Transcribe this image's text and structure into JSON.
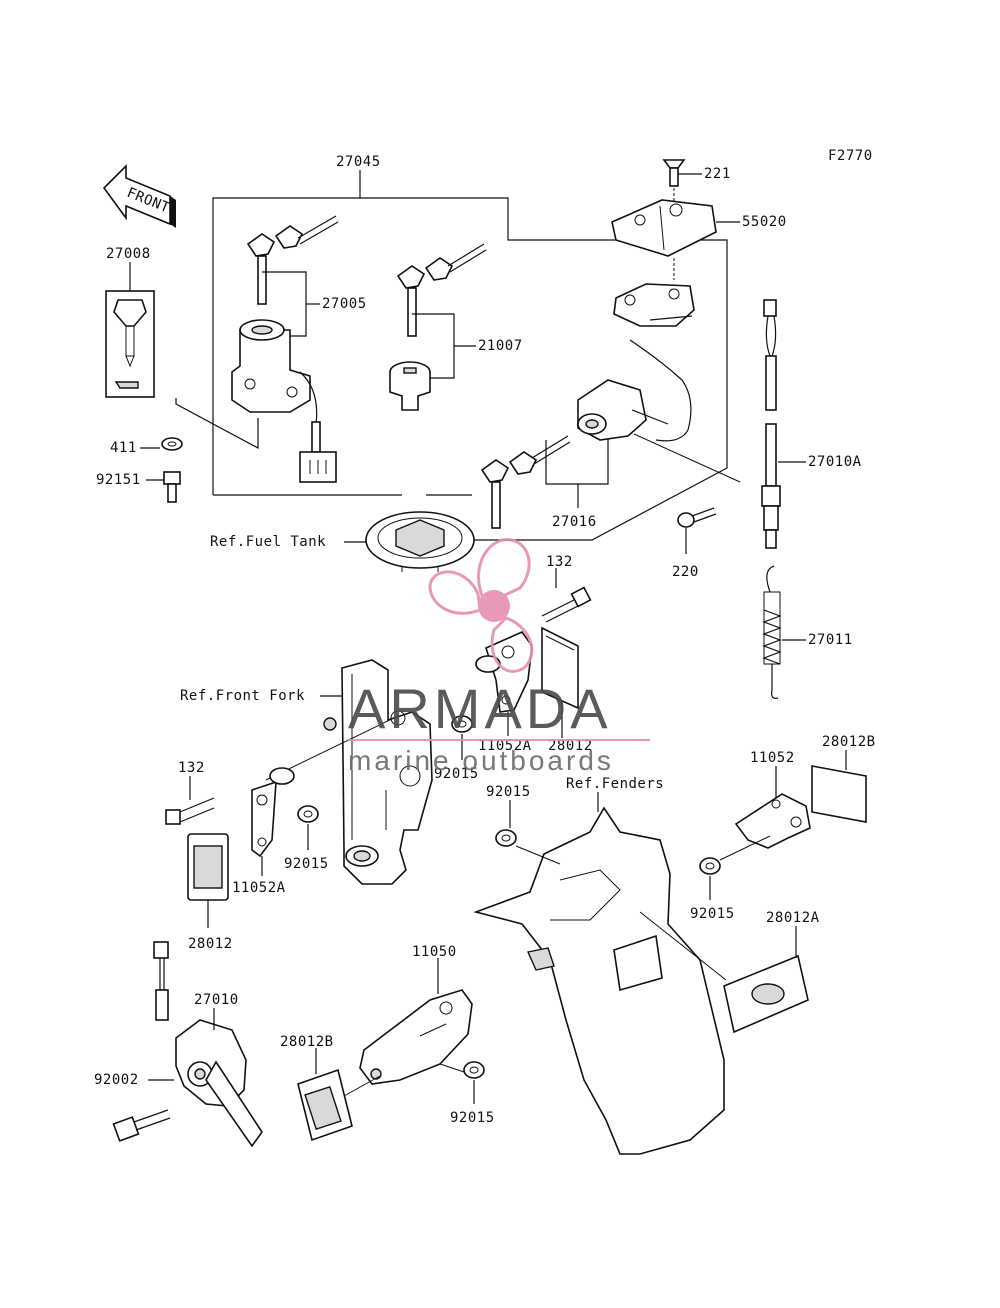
{
  "figure_code": "F2770",
  "front_arrow_label": "FRONT",
  "watermark": {
    "brand": "ARMADA",
    "tagline": "marine outboards",
    "brand_color": "#4a4a4a",
    "logo_color": "#e58fb0"
  },
  "part_labels": {
    "p27045": "27045",
    "p27008": "27008",
    "p27005": "27005",
    "p21007": "21007",
    "p221": "221",
    "p55020": "55020",
    "p411": "411",
    "p92151": "92151",
    "p27016": "27016",
    "p27010A": "27010A",
    "p220": "220",
    "p132_top": "132",
    "p27011": "27011",
    "p11052A_top": "11052A",
    "p28012_top": "28012",
    "p92015_a": "92015",
    "p92015_b": "92015",
    "p132_left": "132",
    "p92015_c": "92015",
    "p11052A_left": "11052A",
    "p28012_left": "28012",
    "p11052": "11052",
    "p28012B_right": "28012B",
    "p92015_d": "92015",
    "p28012A": "28012A",
    "p27010": "27010",
    "p92002": "92002",
    "p11050": "11050",
    "p28012B_left": "28012B",
    "p92015_e": "92015"
  },
  "reference_labels": {
    "fuel_tank": "Ref.Fuel Tank",
    "front_fork": "Ref.Front Fork",
    "fenders": "Ref.Fenders"
  }
}
